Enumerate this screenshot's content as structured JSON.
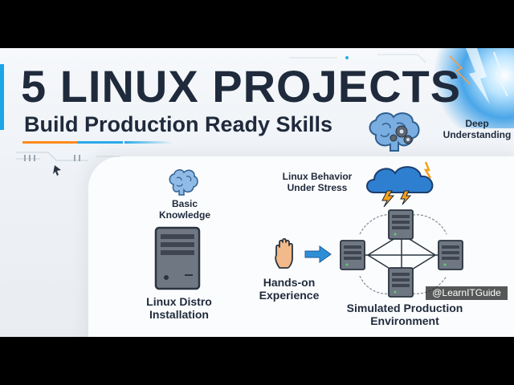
{
  "title": "5 LINUX PROJECTS",
  "subtitle": "Build Production Ready Skills",
  "labels": {
    "deep_line1": "Deep",
    "deep_line2": "Understanding",
    "basic_line1": "Basic",
    "basic_line2": "Knowledge",
    "stress_line1": "Linux Behavior",
    "stress_line2": "Under Stress",
    "hands_line1": "Hands-on",
    "hands_line2": "Experience",
    "distro_line1": "Linux Distro",
    "distro_line2": "Installation",
    "sim_line1": "Simulated Production",
    "sim_line2": "Environment"
  },
  "watermark": "@LearnITGuide",
  "colors": {
    "text": "#1f2a3c",
    "accent_orange": "#ff8a1c",
    "accent_blue": "#2aa9e8",
    "server": "#6b7280",
    "server_dark": "#3f4652",
    "arrow_blue": "#2f8fd6",
    "cloud": "#1c6fc8",
    "bolt": "#f5a11a",
    "brain": "#4a8fd1",
    "hand": "#f2b98a"
  },
  "icons": [
    "brain-gears-icon",
    "brain-icon",
    "storm-cloud-icon",
    "server-icon",
    "hand-icon",
    "arrow-right-icon",
    "server-network-icon"
  ]
}
